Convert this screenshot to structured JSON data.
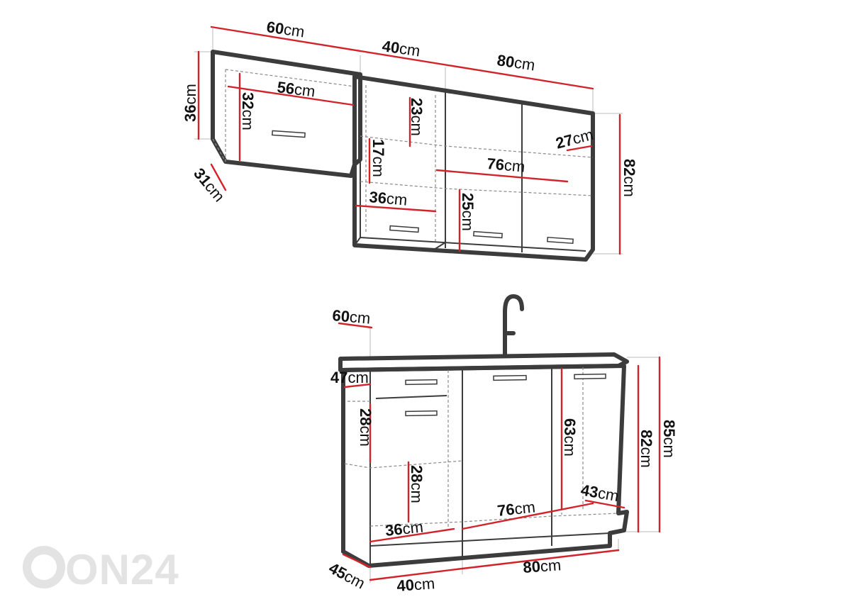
{
  "unit": "cm",
  "wall_cabinets": {
    "dimensions": [
      {
        "id": "w-top-left-width",
        "value": "60"
      },
      {
        "id": "w-top-mid-width",
        "value": "40"
      },
      {
        "id": "w-top-right-width",
        "value": "80"
      },
      {
        "id": "w-left-height",
        "value": "36"
      },
      {
        "id": "w-inner-width-56",
        "value": "56"
      },
      {
        "id": "w-inner-height-32",
        "value": "32"
      },
      {
        "id": "w-depth-31",
        "value": "31"
      },
      {
        "id": "w-shelf-23",
        "value": "23"
      },
      {
        "id": "w-shelf-17",
        "value": "17"
      },
      {
        "id": "w-inner-36",
        "value": "36"
      },
      {
        "id": "w-shelf-25",
        "value": "25"
      },
      {
        "id": "w-inner-76",
        "value": "76"
      },
      {
        "id": "w-depth-27",
        "value": "27"
      },
      {
        "id": "w-right-height-82",
        "value": "82"
      }
    ]
  },
  "base_cabinets": {
    "dimensions": [
      {
        "id": "b-top-depth-60",
        "value": "60"
      },
      {
        "id": "b-drawer-47",
        "value": "47"
      },
      {
        "id": "b-drawer-28",
        "value": "28"
      },
      {
        "id": "b-shelf-28",
        "value": "28"
      },
      {
        "id": "b-inner-36",
        "value": "36"
      },
      {
        "id": "b-inner-76",
        "value": "76"
      },
      {
        "id": "b-inner-63",
        "value": "63"
      },
      {
        "id": "b-depth-43",
        "value": "43"
      },
      {
        "id": "b-height-82",
        "value": "82"
      },
      {
        "id": "b-height-85",
        "value": "85"
      },
      {
        "id": "b-depth-45",
        "value": "45"
      },
      {
        "id": "b-width-40",
        "value": "40"
      },
      {
        "id": "b-width-80",
        "value": "80"
      }
    ]
  },
  "watermark": "ON24",
  "colors": {
    "dimension_line": "#d3232a",
    "outline": "#3c3c3c"
  }
}
